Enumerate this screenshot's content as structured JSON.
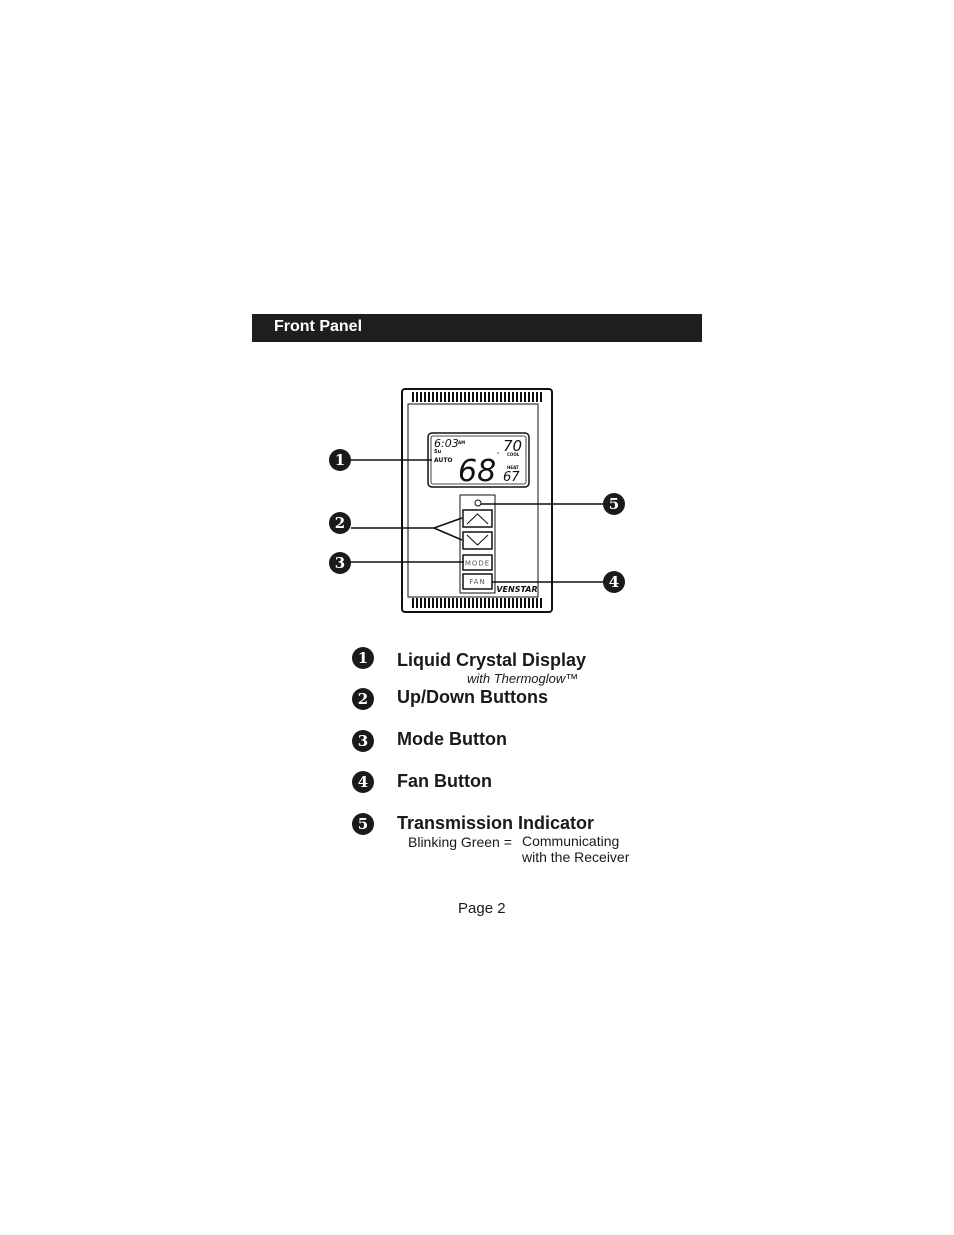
{
  "header": {
    "title": "Front Panel"
  },
  "device": {
    "lcd": {
      "time": "6:03",
      "ampm": "AM",
      "day": "Su",
      "mode": "AUTO",
      "temp": "68",
      "setpoint": "70",
      "setpoint_label": "COOL",
      "heat_label": "HEAT",
      "heat_setpoint": "67"
    },
    "mode_button_label": "MODE",
    "fan_button_label": "FAN",
    "brand": "VENSTAR"
  },
  "callouts": [
    "1",
    "2",
    "3",
    "4",
    "5"
  ],
  "legend": [
    {
      "number": "1",
      "label": "Liquid Crystal Display",
      "sub": "with Thermoglow™"
    },
    {
      "number": "2",
      "label": "Up/Down Buttons"
    },
    {
      "number": "3",
      "label": "Mode Button"
    },
    {
      "number": "4",
      "label": "Fan Button"
    },
    {
      "number": "5",
      "label": "Transmission Indicator",
      "sub_key": "Blinking Green =",
      "sub_line1": "Communicating",
      "sub_line2": "with the Receiver"
    }
  ],
  "footer": {
    "page": "Page 2"
  }
}
